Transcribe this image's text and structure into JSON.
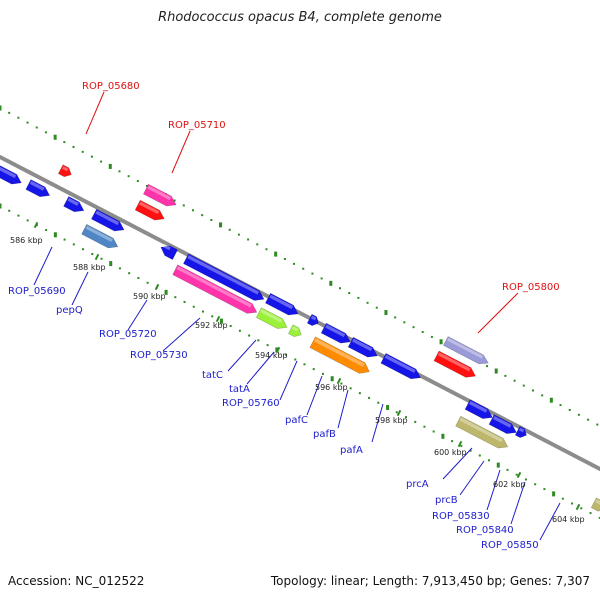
{
  "title": "Rhodococcus opacus B4, complete genome",
  "footer": {
    "accession": "Accession: NC_012522",
    "summary": "Topology: linear; Length: 7,913,450 bp; Genes: 7,307"
  },
  "colors": {
    "backbone": "#8c8c8c",
    "dots": "#2e8b22",
    "label_red": "#dd1111",
    "label_blue": "#1d1dcc",
    "gene_blue": "#1515e8",
    "gene_red": "#ff1010",
    "gene_pink": "#ff33aa",
    "gene_steel": "#4f86c6",
    "gene_lime": "#9bf03a",
    "gene_orange": "#ff8c00",
    "gene_khaki": "#bdb76b",
    "gene_lavender": "#9a9ad8"
  },
  "ticks": [
    "586 kbp",
    "588 kbp",
    "590 kbp",
    "592 kbp",
    "594 kbp",
    "596 kbp",
    "598 kbp",
    "600 kbp",
    "602 kbp",
    "604 kbp"
  ],
  "labels_red": [
    "ROP_05680",
    "ROP_05710",
    "ROP_05800"
  ],
  "labels_blue": [
    "ROP_05690",
    "pepQ",
    "ROP_05720",
    "ROP_05730",
    "tatC",
    "tatA",
    "ROP_05760",
    "pafC",
    "pafB",
    "pafA",
    "prcA",
    "prcB",
    "ROP_05830",
    "ROP_05840",
    "ROP_05850"
  ],
  "genes": [
    {
      "color": "gene_red",
      "dir": 1
    },
    {
      "color": "gene_pink",
      "dir": 1
    },
    {
      "color": "gene_red",
      "dir": 1
    },
    {
      "color": "gene_lavender",
      "dir": 1
    },
    {
      "color": "gene_red",
      "dir": 1
    },
    {
      "color": "gene_blue",
      "dir": 1
    },
    {
      "color": "gene_blue",
      "dir": 1
    },
    {
      "color": "gene_blue",
      "dir": 1
    },
    {
      "color": "gene_blue",
      "dir": 1
    },
    {
      "color": "gene_steel",
      "dir": 1
    },
    {
      "color": "gene_blue",
      "dir": -1
    },
    {
      "color": "gene_blue",
      "dir": 1
    },
    {
      "color": "gene_blue",
      "dir": 1
    },
    {
      "color": "gene_blue",
      "dir": 1
    },
    {
      "color": "gene_blue",
      "dir": 1
    },
    {
      "color": "gene_blue",
      "dir": 1
    },
    {
      "color": "gene_blue",
      "dir": 1
    },
    {
      "color": "gene_blue",
      "dir": 1
    },
    {
      "color": "gene_blue",
      "dir": 1
    },
    {
      "color": "gene_blue",
      "dir": 1
    },
    {
      "color": "gene_pink",
      "dir": 1
    },
    {
      "color": "gene_lime",
      "dir": 1
    },
    {
      "color": "gene_lime",
      "dir": 1
    },
    {
      "color": "gene_orange",
      "dir": 1
    },
    {
      "color": "gene_khaki",
      "dir": 1
    },
    {
      "color": "gene_khaki",
      "dir": 1
    }
  ]
}
